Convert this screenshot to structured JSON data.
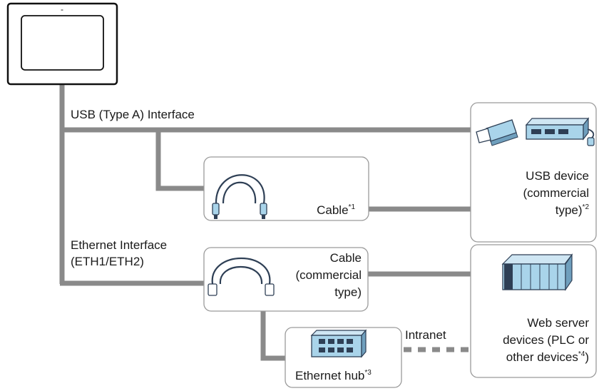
{
  "hmi": {
    "label": "-"
  },
  "interfaces": {
    "usb": "USB (Type A) Interface",
    "ethernet_line1": "Ethernet Interface",
    "ethernet_line2": "(ETH1/ETH2)"
  },
  "usb_cable": {
    "label": "Cable",
    "note": "*1"
  },
  "usb_device": {
    "line1": "USB device",
    "line2": "(commercial",
    "line3": "type)",
    "note": "*2"
  },
  "eth_cable": {
    "line1": "Cable",
    "line2": "(commercial",
    "line3": "type)"
  },
  "web_server": {
    "line1": "Web server",
    "line2": "devices (PLC or",
    "line3": "other devices",
    "note": "*4",
    "close": ")"
  },
  "hub": {
    "label": "Ethernet hub",
    "note": "*3"
  },
  "intranet": {
    "label": "Intranet"
  },
  "colors": {
    "wire": "#8a8a8a",
    "box_border": "#9a9a9a",
    "device_blue": "#a9d4ea",
    "device_dark": "#2e3f55"
  }
}
